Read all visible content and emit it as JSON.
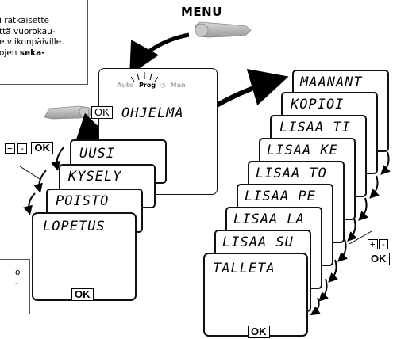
{
  "note_top": {
    "line1": "i ratkaisette",
    "line2": "ttä vuorokau-",
    "line3": "e viikonpäiville.",
    "line4_normal": "ojen ",
    "line4_bold": "seka-"
  },
  "note_bottom": {
    "line1": "o",
    "line2": "-"
  },
  "menu_label": "MENU",
  "mode_display": {
    "auto": "Auto",
    "prog": "Prog",
    "man": "Man",
    "ok": "OK",
    "text": "OHJELMA"
  },
  "left_keys": {
    "plus": "+",
    "minus": "-",
    "ok": "OK"
  },
  "left_menu": [
    {
      "label": "UUSI"
    },
    {
      "label": "KYSELY"
    },
    {
      "label": "POISTO"
    },
    {
      "label": "LOPETUS",
      "ok": "OK"
    }
  ],
  "right_keys": {
    "plus": "+",
    "minus": "-",
    "ok": "OK"
  },
  "right_menu": [
    {
      "label": "MAANANT"
    },
    {
      "label": "KOPIOI"
    },
    {
      "label": "LISAA TI"
    },
    {
      "label": "LISAA KE"
    },
    {
      "label": "LISAA TO"
    },
    {
      "label": "LISAA PE"
    },
    {
      "label": "LISAA LA"
    },
    {
      "label": "LISAA SU"
    },
    {
      "label": "TALLETA",
      "ok": "OK"
    }
  ]
}
